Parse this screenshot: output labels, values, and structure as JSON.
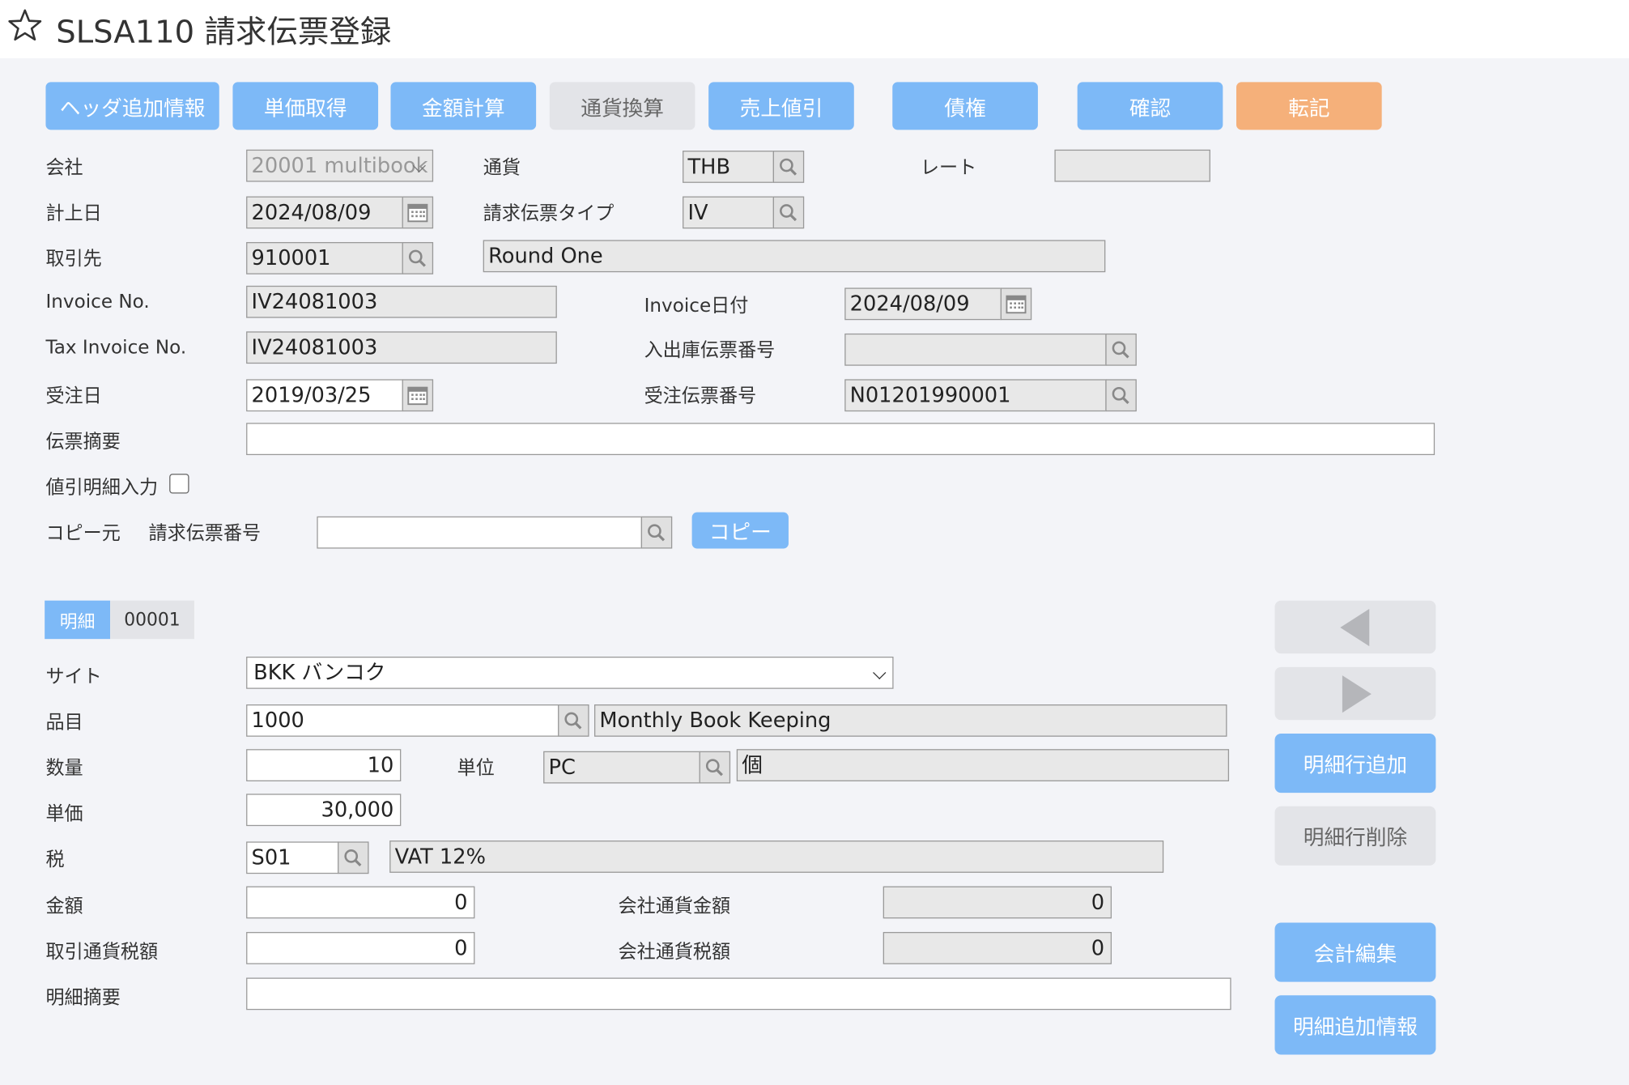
{
  "title": "SLSA110 請求伝票登録",
  "toolbar": [
    {
      "label": "ヘッダ追加情報",
      "style": "blue"
    },
    {
      "label": "単価取得",
      "style": "blue"
    },
    {
      "label": "金額計算",
      "style": "blue"
    },
    {
      "label": "通貨換算",
      "style": "gray"
    },
    {
      "label": "売上値引",
      "style": "blue"
    },
    {
      "label": "債権",
      "style": "blue"
    },
    {
      "label": "確認",
      "style": "blue"
    },
    {
      "label": "転記",
      "style": "orange"
    }
  ],
  "header": {
    "company_label": "会社",
    "company_value": "20001 multibook",
    "currency_label": "通貨",
    "currency_value": "THB",
    "rate_label": "レート",
    "rate_value": "",
    "posting_date_label": "計上日",
    "posting_date_value": "2024/08/09",
    "invoice_type_label": "請求伝票タイプ",
    "invoice_type_value": "IV",
    "partner_label": "取引先",
    "partner_code": "910001",
    "partner_name": "Round One",
    "invoice_no_label": "Invoice No.",
    "invoice_no_value": "IV24081003",
    "invoice_date_label": "Invoice日付",
    "invoice_date_value": "2024/08/09",
    "tax_invoice_no_label": "Tax Invoice No.",
    "tax_invoice_no_value": "IV24081003",
    "io_slip_no_label": "入出庫伝票番号",
    "io_slip_no_value": "",
    "order_date_label": "受注日",
    "order_date_value": "2019/03/25",
    "order_slip_no_label": "受注伝票番号",
    "order_slip_no_value": "N01201990001",
    "summary_label": "伝票摘要",
    "summary_value": "",
    "discount_detail_label": "値引明細入力",
    "copy_from_label": "コピー元",
    "copy_invoice_no_label": "請求伝票番号",
    "copy_invoice_no_value": "",
    "copy_button": "コピー"
  },
  "detail": {
    "tab_label": "明細",
    "line_no": "00001",
    "site_label": "サイト",
    "site_value": "BKK バンコク",
    "item_label": "品目",
    "item_code": "1000",
    "item_name": "Monthly Book Keeping",
    "qty_label": "数量",
    "qty_value": "10",
    "unit_label": "単位",
    "unit_code": "PC",
    "unit_name": "個",
    "price_label": "単価",
    "price_value": "30,000",
    "tax_label": "税",
    "tax_code": "S01",
    "tax_name": "VAT 12%",
    "amount_label": "金額",
    "amount_value": "0",
    "company_amount_label": "会社通貨金額",
    "company_amount_value": "0",
    "tx_tax_label": "取引通貨税額",
    "tx_tax_value": "0",
    "company_tax_label": "会社通貨税額",
    "company_tax_value": "0",
    "memo_label": "明細摘要",
    "memo_value": ""
  },
  "side_buttons": {
    "add_line": "明細行追加",
    "delete_line": "明細行削除",
    "accounting_edit": "会計編集",
    "detail_additional": "明細追加情報"
  }
}
